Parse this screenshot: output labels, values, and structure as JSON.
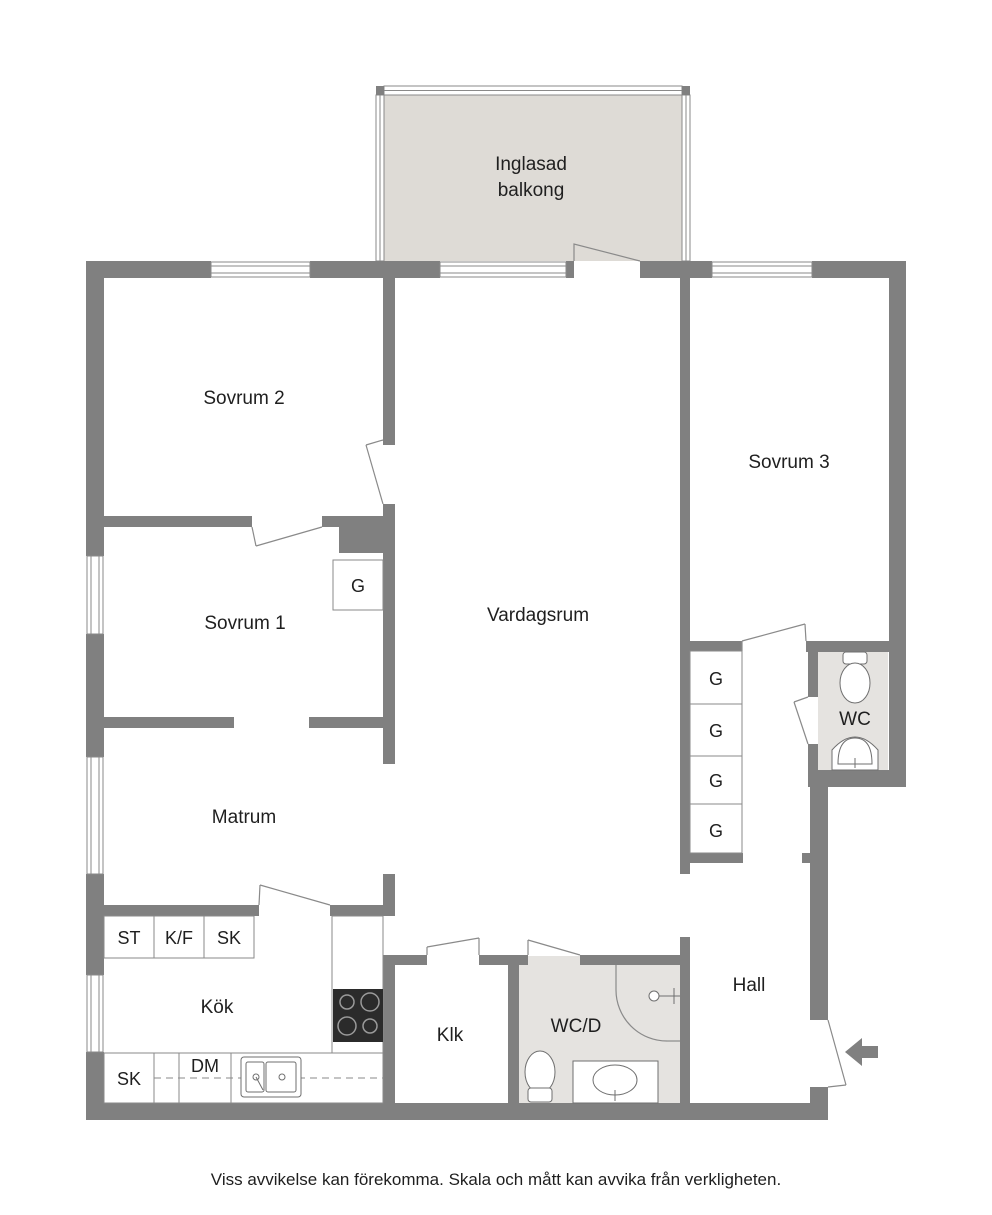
{
  "rooms": {
    "balcony_line1": "Inglasad",
    "balcony_line2": "balkong",
    "bedroom2": "Sovrum 2",
    "bedroom1": "Sovrum 1",
    "bedroom3": "Sovrum 3",
    "living": "Vardagsrum",
    "dining": "Matrum",
    "kitchen": "Kök",
    "closet": "Klk",
    "bath": "WC/D",
    "hall": "Hall",
    "wc": "WC"
  },
  "fixtures": {
    "wardrobe": "G",
    "stove_cabinet": "ST",
    "fridge_freezer": "K/F",
    "cabinet": "SK",
    "dishwasher": "DM"
  },
  "footer": {
    "disclaimer": "Viss avvikelse kan förekomma. Skala och mått kan avvika från verkligheten."
  },
  "colors": {
    "wall": "#808080",
    "wet_floor": "#e5e3e0",
    "balcony_floor": "#dedbd6",
    "stove": "#2b2b2b"
  }
}
